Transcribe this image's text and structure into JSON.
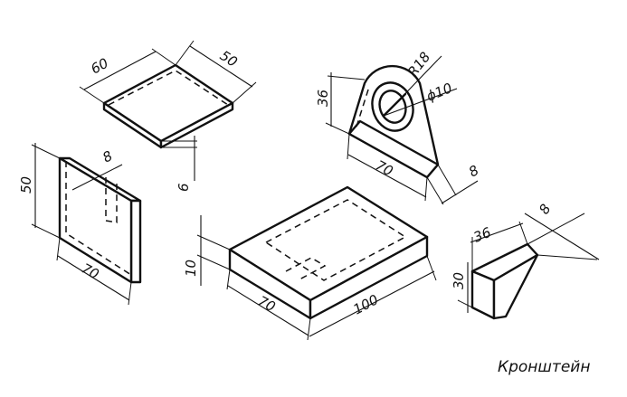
{
  "caption": "Кронштейн",
  "parts": {
    "top_plate": {
      "width": "60",
      "depth": "50",
      "thickness": "6"
    },
    "side_plate": {
      "height": "50",
      "length": "70",
      "slot": "8"
    },
    "lug": {
      "height": "36",
      "radius": "R18",
      "hole": "ϕ10",
      "length": "70",
      "thickness": "8"
    },
    "base_plate": {
      "thickness": "10",
      "depth": "70",
      "length": "100"
    },
    "rib": {
      "top": "36",
      "height": "30",
      "thickness": "8"
    }
  }
}
